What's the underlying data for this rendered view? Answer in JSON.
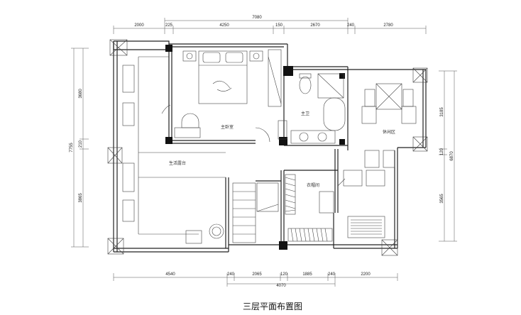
{
  "title": "三层平面布置图",
  "rooms": {
    "master_bedroom": "主卧室",
    "master_bath": "主卫",
    "lounge": "休闲区",
    "terrace": "生活露台",
    "laundry": "衣帽间"
  },
  "dims": {
    "top": [
      "2000",
      "225",
      "4250",
      "150",
      "2670",
      "240",
      "2780"
    ],
    "top_total": "7080",
    "bottom": [
      "4540",
      "240",
      "2065",
      "120",
      "1885",
      "240",
      "2200"
    ],
    "bottom_total": "4070",
    "left": [
      "3680",
      "210",
      "3865"
    ],
    "left_total": "7755",
    "right": [
      "3185",
      "120",
      "3565"
    ],
    "right_total": "6870"
  }
}
